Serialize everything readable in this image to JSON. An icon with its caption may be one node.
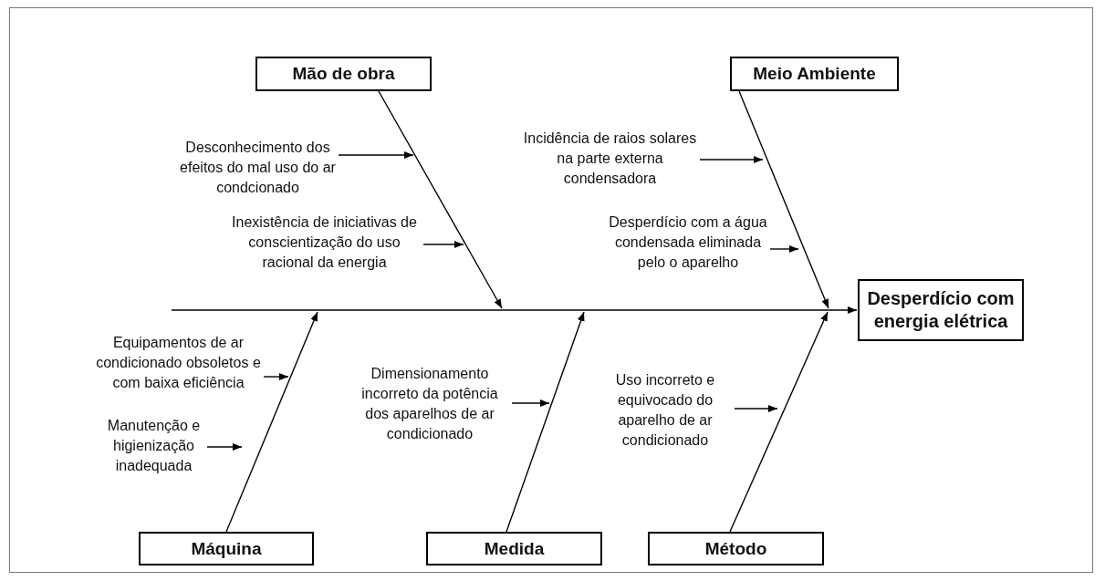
{
  "diagram": {
    "nodes": [
      {
        "text": [
          "Mão de obra"
        ]
      },
      {
        "text": [
          "Meio Ambiente"
        ]
      },
      {
        "text": [
          "Desperdício com energia elétrica"
        ]
      },
      {
        "text": [
          "Máquina"
        ]
      },
      {
        "text": [
          "Medida"
        ]
      },
      {
        "text": [
          "Método"
        ]
      },
      {
        "text": [
          "Desconhecimento dos efeitos do mal uso do ar condcionado"
        ]
      },
      {
        "text": [
          "Incidência de raios solares na parte externa condensadora"
        ]
      },
      {
        "text": [
          "Inexistência de iniciativas de conscientização do uso racional da energia"
        ]
      },
      {
        "text": [
          "Desperdício com a água condensada eliminada pelo o aparelho"
        ]
      },
      {
        "text": [
          "Equipamentos de ar condicionado obsoletos e com baixa eficiência"
        ]
      },
      {
        "text": [
          "Dimensionamento incorreto da potência dos aparelhos de ar condicionado"
        ]
      },
      {
        "text": [
          "Uso incorreto e equivocado do aparelho de ar condicionado"
        ]
      },
      {
        "text": [
          "Manutenção e higienização inadequada"
        ]
      }
    ],
    "edges": [
      {
        "from": null,
        "to": 2,
        "arrow": "to"
      },
      {
        "from": 0,
        "to": null,
        "arrow": "to"
      },
      {
        "from": 1,
        "to": null,
        "arrow": "to"
      },
      {
        "from": 3,
        "to": null,
        "arrow": "to"
      },
      {
        "from": 4,
        "to": null,
        "arrow": "to"
      },
      {
        "from": 5,
        "to": null,
        "arrow": "to"
      },
      {
        "from": 6,
        "to": null,
        "arrow": "to"
      },
      {
        "from": 7,
        "to": null,
        "arrow": "to"
      },
      {
        "from": 8,
        "to": null,
        "arrow": "to"
      },
      {
        "from": 9,
        "to": null,
        "arrow": "to"
      },
      {
        "from": 10,
        "to": null,
        "arrow": "to"
      },
      {
        "from": 11,
        "to": null,
        "arrow": "to"
      },
      {
        "from": 12,
        "to": null,
        "arrow": "to"
      },
      {
        "from": 13,
        "to": null,
        "arrow": "to"
      }
    ]
  }
}
